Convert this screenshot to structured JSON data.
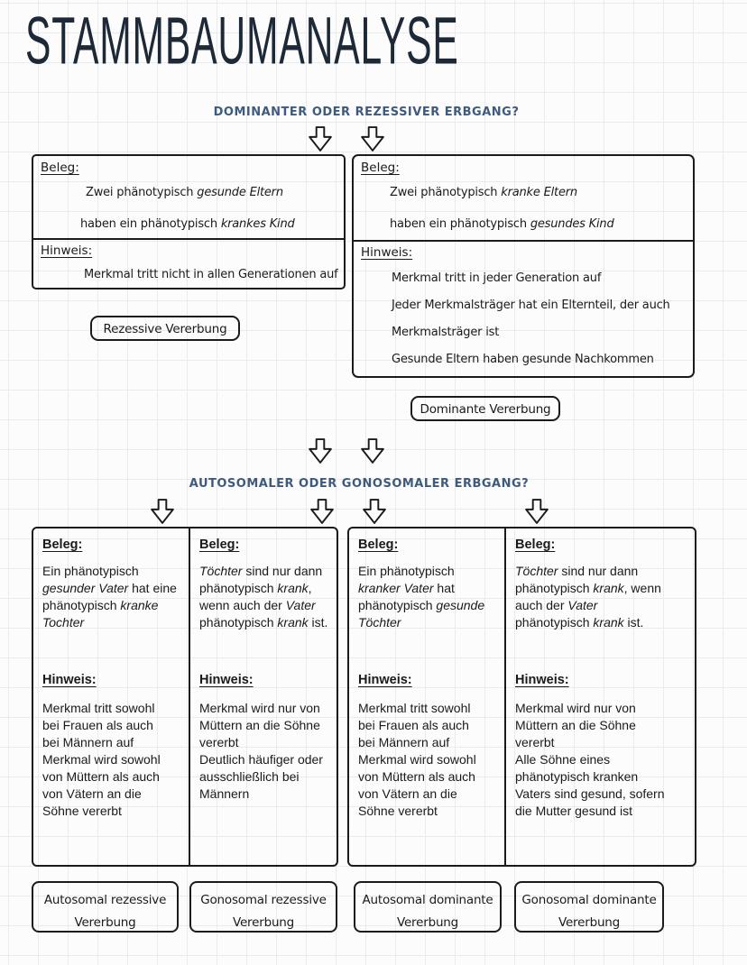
{
  "title": "STAMMBAUMANALYSE",
  "section1": {
    "heading": "DOMINANTER ODER REZESSIVER ERBGANG?",
    "left_box": {
      "beleg_label": "Beleg:",
      "beleg_lines": [
        [
          {
            "t": "Zwei phänotypisch "
          },
          {
            "t": "gesunde Eltern",
            "i": true
          }
        ],
        [
          {
            "t": "haben ein  phänotypisch "
          },
          {
            "t": "krankes Kind",
            "i": true
          }
        ]
      ],
      "hinweis_label": "Hinweis:",
      "hinweis_lines": [
        "Merkmal tritt nicht in allen Generationen auf"
      ]
    },
    "right_box": {
      "beleg_label": "Beleg:",
      "beleg_lines": [
        [
          {
            "t": "Zwei phänotypisch "
          },
          {
            "t": "kranke Eltern",
            "i": true
          }
        ],
        [
          {
            "t": "haben ein  phänotypisch "
          },
          {
            "t": "gesundes Kind",
            "i": true
          }
        ]
      ],
      "hinweis_label": "Hinweis:",
      "hinweis_lines": [
        "Merkmal tritt in jeder Generation auf",
        "Jeder Merkmalsträger hat ein Elternteil, der auch",
        "Merkmalsträger ist",
        "Gesunde Eltern haben gesunde Nachkommen"
      ]
    },
    "left_result": "Rezessive Vererbung",
    "right_result": "Dominante Vererbung"
  },
  "section2": {
    "heading": "AUTOSOMALER ODER GONOSOMALER ERBGANG?",
    "columns": [
      {
        "beleg_label": "Beleg:",
        "beleg_runs": [
          {
            "t": "Ein phänotypisch\n"
          },
          {
            "t": "gesunder Vater",
            "i": true
          },
          {
            "t": " hat eine\nphänotypisch "
          },
          {
            "t": "kranke\nTochter",
            "i": true
          }
        ],
        "hinweis_label": "Hinweis:",
        "hinweis_text": "Merkmal tritt sowohl\nbei Frauen als auch\nbei Männern auf\nMerkmal wird sowohl\nvon Müttern als auch\nvon Vätern an die\nSöhne vererbt",
        "result_line1": "Autosomal rezessive",
        "result_line2": "Vererbung"
      },
      {
        "beleg_label": "Beleg:",
        "beleg_runs": [
          {
            "t": "Töchter",
            "i": true
          },
          {
            "t": " sind nur dann\nphänotypisch "
          },
          {
            "t": "krank",
            "i": true
          },
          {
            "t": ",\nwenn auch der "
          },
          {
            "t": "Vater",
            "i": true
          },
          {
            "t": "\nphänotypisch "
          },
          {
            "t": "krank",
            "i": true
          },
          {
            "t": " ist."
          }
        ],
        "hinweis_label": "Hinweis:",
        "hinweis_text": "Merkmal wird nur von\nMüttern an die Söhne\nvererbt\nDeutlich häufiger oder\nausschließlich bei\nMännern",
        "result_line1": "Gonosomal rezessive",
        "result_line2": "Vererbung"
      },
      {
        "beleg_label": "Beleg:",
        "beleg_runs": [
          {
            "t": "Ein phänotypisch\n"
          },
          {
            "t": "kranker Vater",
            "i": true
          },
          {
            "t": " hat\nphänotypisch "
          },
          {
            "t": "gesunde\nTöchter",
            "i": true
          }
        ],
        "hinweis_label": "Hinweis:",
        "hinweis_text": "Merkmal tritt sowohl\nbei Frauen als auch\nbei Männern auf\nMerkmal wird sowohl\nvon Müttern als auch\nvon Vätern an die\nSöhne vererbt",
        "result_line1": "Autosomal dominante",
        "result_line2": "Vererbung"
      },
      {
        "beleg_label": "Beleg:",
        "beleg_runs": [
          {
            "t": "Töchter",
            "i": true
          },
          {
            "t": " sind nur dann\nphänotypisch "
          },
          {
            "t": "krank",
            "i": true
          },
          {
            "t": ", wenn\nauch der "
          },
          {
            "t": "Vater",
            "i": true
          },
          {
            "t": "\nphänotypisch "
          },
          {
            "t": "krank",
            "i": true
          },
          {
            "t": " ist."
          }
        ],
        "hinweis_label": "Hinweis:",
        "hinweis_text": "Merkmal wird nur von\nMüttern an die Söhne\nvererbt\nAlle Söhne eines\nphänotypisch kranken\nVaters sind gesund, sofern\ndie Mutter gesund ist",
        "result_line1": "Gonosomal dominante",
        "result_line2": "Vererbung"
      }
    ]
  },
  "colors": {
    "heading_blue": "#3e5a7d",
    "ink": "#1b1b1b",
    "grid_line": "#e9ebee"
  }
}
